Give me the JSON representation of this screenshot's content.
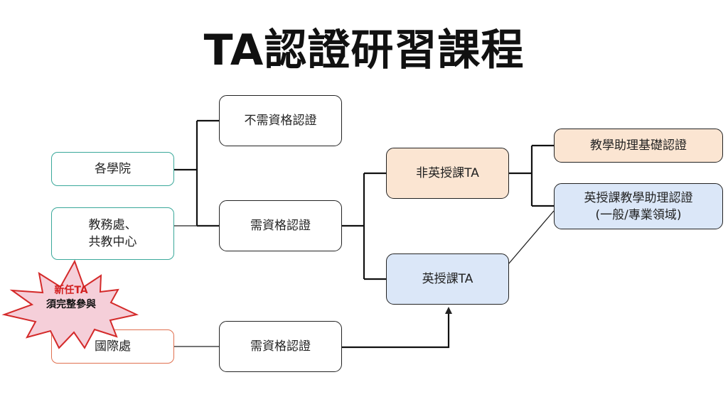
{
  "title": "TA認證研習課程",
  "sources": {
    "colleges": "各學院",
    "academic_affairs_line1": "教務處、",
    "academic_affairs_line2": "共教中心",
    "international": "國際處"
  },
  "certification": {
    "no_cert": "不需資格認證",
    "cert_required_1": "需資格認證",
    "cert_required_2": "需資格認證"
  },
  "ta_types": {
    "non_emi": "非英授課TA",
    "emi": "英授課TA"
  },
  "outcomes": {
    "basic": "教學助理基礎認證",
    "emi_line1": "英授課教學助理認證",
    "emi_line2": "(一般/專業領域)"
  },
  "badge": {
    "line1": "新任TA",
    "line2": "須完整參與"
  },
  "colors": {
    "teal_border": "#3aa89a",
    "red_border": "#e0704f",
    "peach_fill": "#fbe5d2",
    "blue_fill": "#dbe7f8",
    "burst_fill": "#f5cfd9",
    "burst_stroke": "#d42a2a",
    "badge_red_text": "#d32020"
  }
}
